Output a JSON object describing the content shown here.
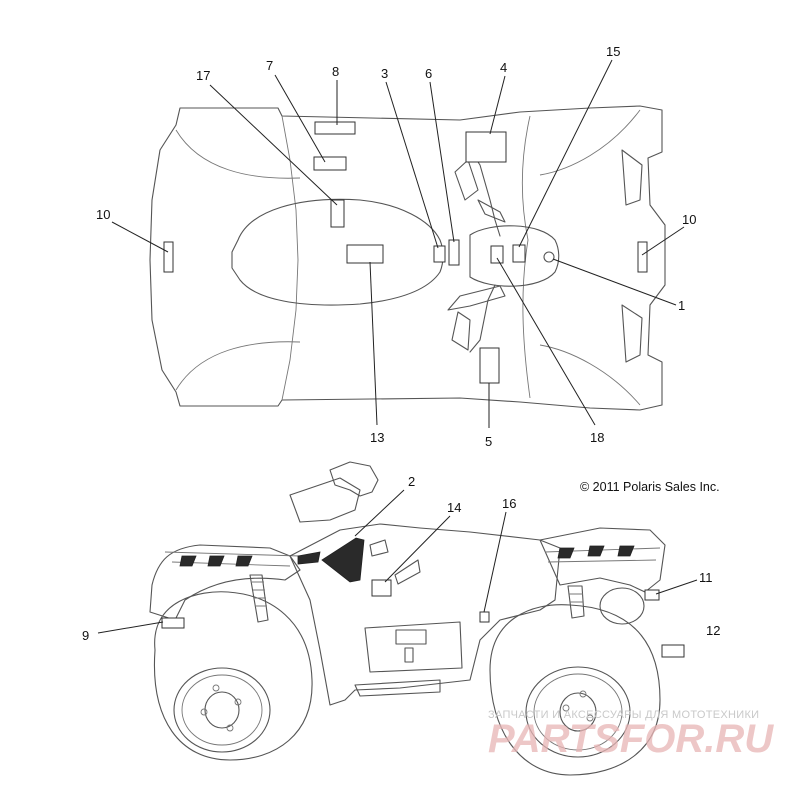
{
  "copyright": "© 2011 Polaris Sales Inc.",
  "watermark": {
    "tagline": "ЗАПЧАСТИ И АКСЕССУАРЫ ДЛЯ МОТОТЕХНИКИ",
    "brand": "PARTSFOR.RU"
  },
  "callouts": {
    "c1": "1",
    "c2": "2",
    "c3": "3",
    "c4": "4",
    "c5": "5",
    "c6": "6",
    "c7": "7",
    "c8": "8",
    "c9": "9",
    "c10a": "10",
    "c10b": "10",
    "c11": "11",
    "c12": "12",
    "c13": "13",
    "c14": "14",
    "c15": "15",
    "c16": "16",
    "c17": "17",
    "c18": "18"
  }
}
